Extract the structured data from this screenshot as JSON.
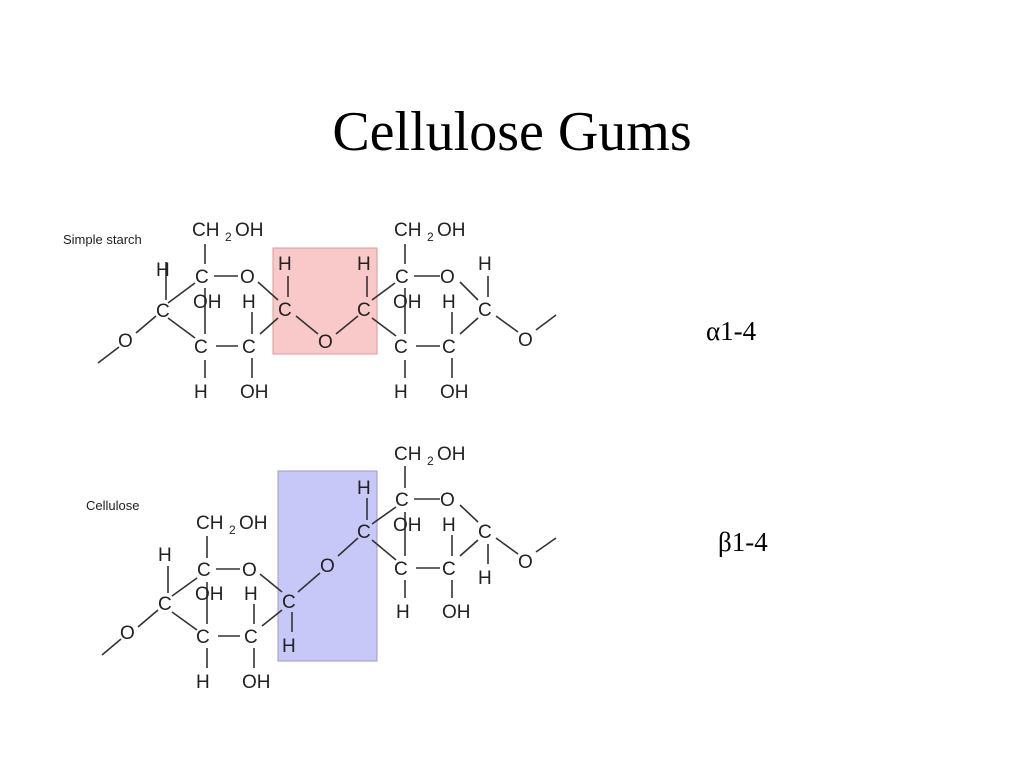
{
  "slide": {
    "title": "Cellulose Gums"
  },
  "labels": {
    "starch_caption": "Simple starch",
    "cellulose_caption": "Cellulose",
    "alpha_linkage": "α1-4",
    "beta_linkage": "β1-4"
  },
  "colors": {
    "alpha_highlight": "#f9c8c8",
    "beta_highlight": "#c8c8f8",
    "bond": "#333333",
    "atom_text": "#222222"
  },
  "atoms": {
    "carbon": "C",
    "oxygen": "O",
    "hydrogen": "H",
    "hydroxyl": "OH",
    "ch2_left": "CH",
    "ch2_sub": "2",
    "ch2_right": "OH"
  }
}
